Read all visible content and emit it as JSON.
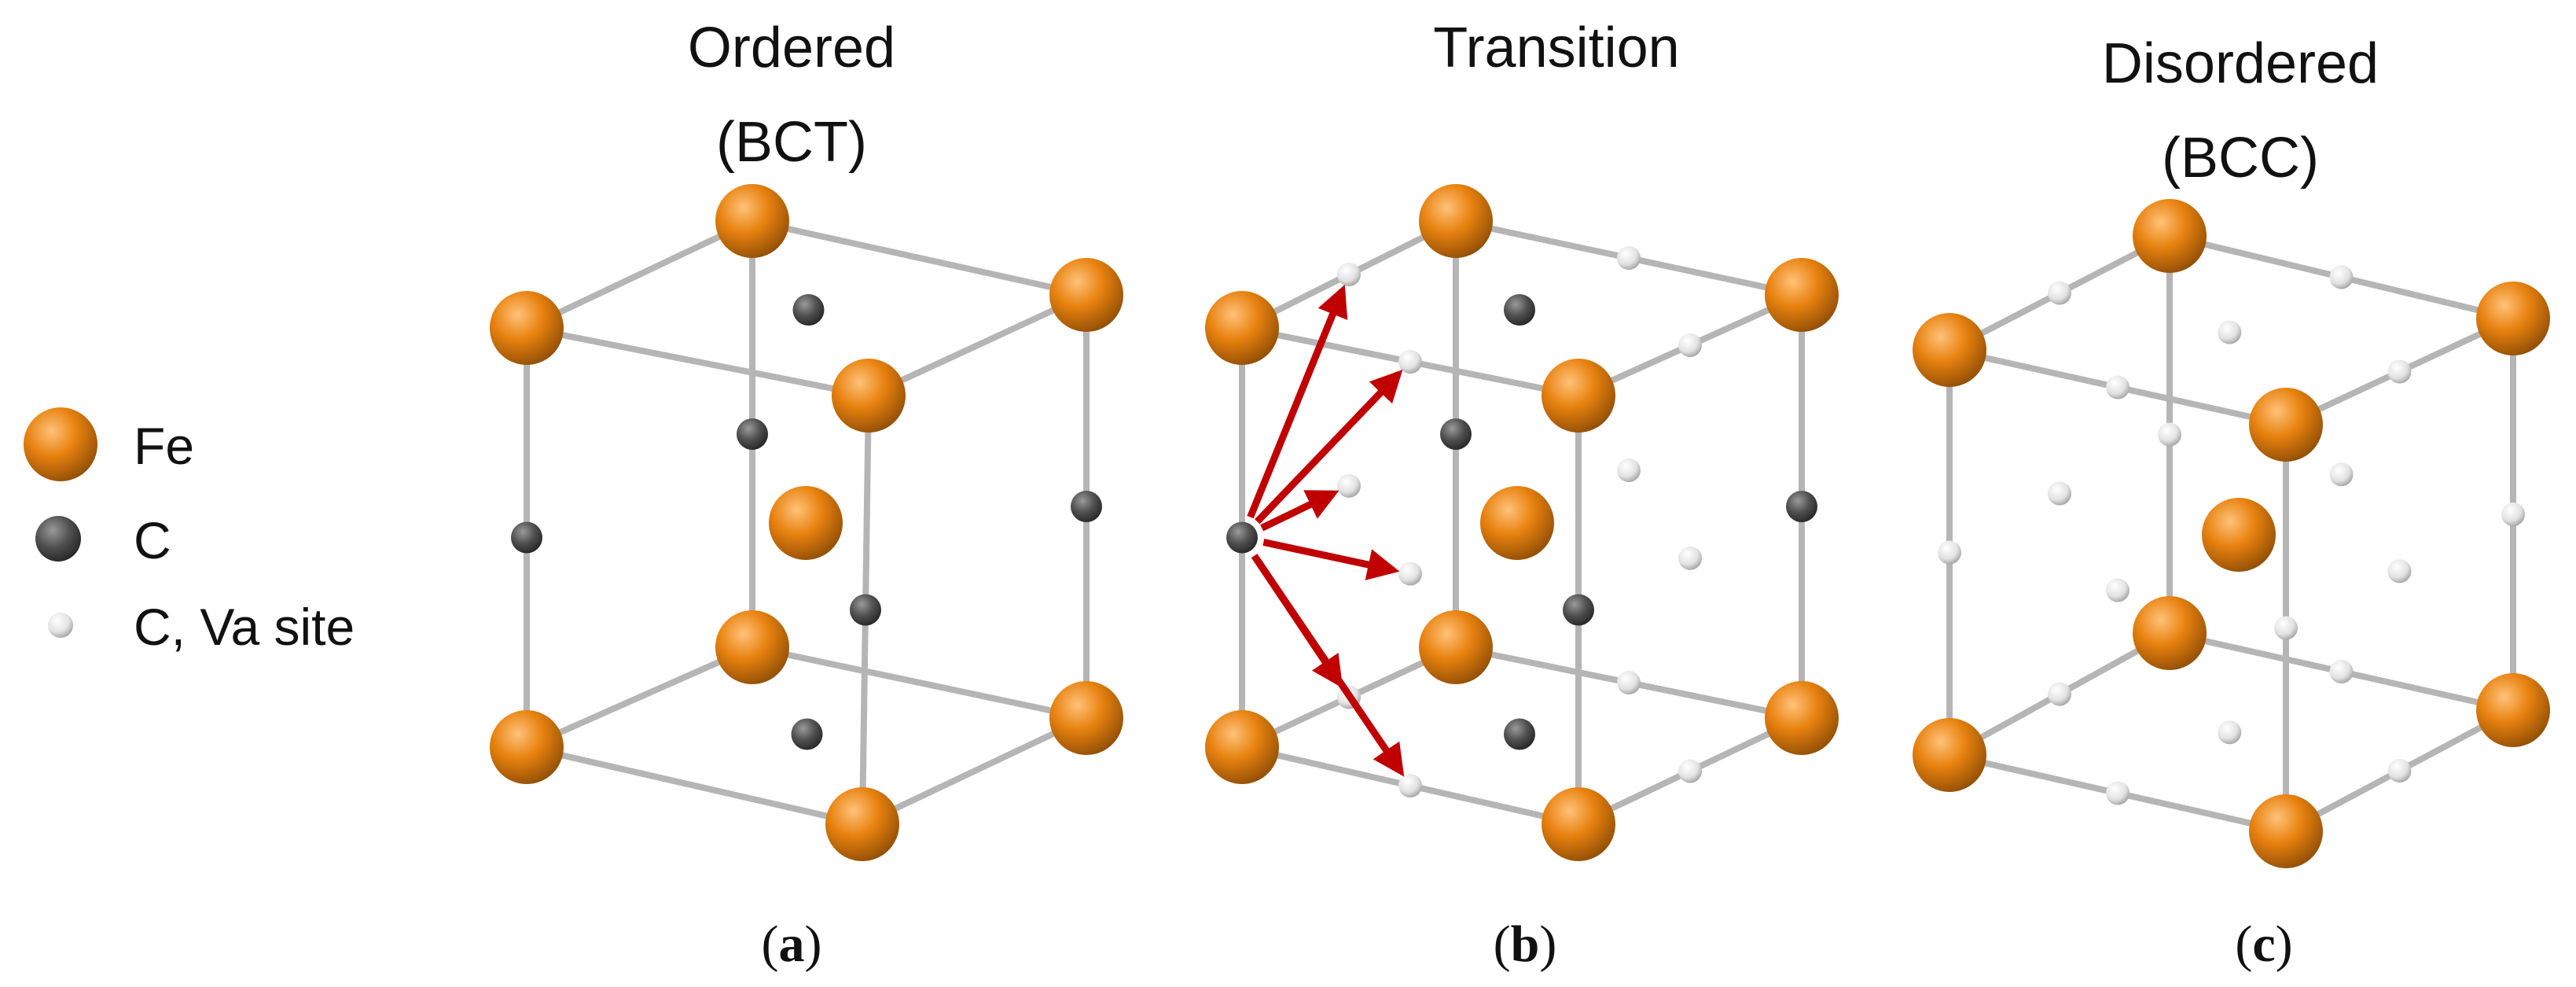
{
  "legend": {
    "items": [
      {
        "kind": "fe",
        "label": "Fe"
      },
      {
        "kind": "c",
        "label": "C"
      },
      {
        "kind": "site",
        "label": "C, Va site"
      }
    ]
  },
  "panels": [
    {
      "id": "a",
      "title_lines": [
        "Ordered",
        "(BCT)"
      ],
      "caption_open": "(",
      "caption_letter": "a",
      "caption_close": ")"
    },
    {
      "id": "b",
      "title_lines": [
        "Transition"
      ],
      "caption_open": "(",
      "caption_letter": "b",
      "caption_close": ")"
    },
    {
      "id": "c",
      "title_lines": [
        "Disordered",
        "(BCC)"
      ],
      "caption_open": "(",
      "caption_letter": "c",
      "caption_close": ")"
    }
  ],
  "colors": {
    "fe": "#e07b0e",
    "carbon": "#505050",
    "site": "#d8d8d8",
    "edge": "#b5b5b5",
    "arrow": "#c00000"
  }
}
